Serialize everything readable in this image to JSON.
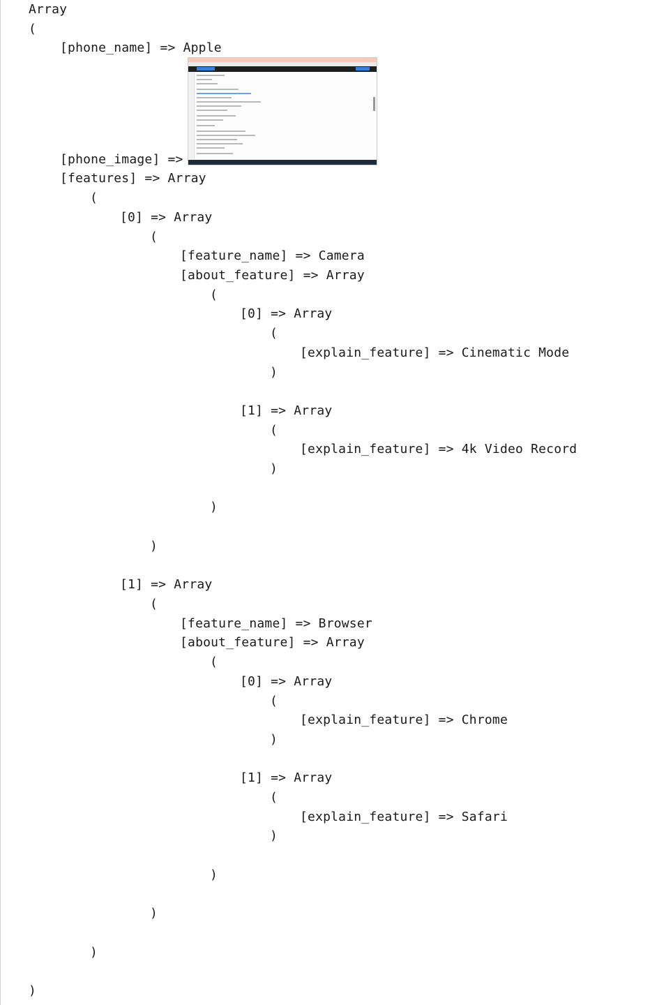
{
  "dump": {
    "root_type": "Array",
    "open_paren": "(",
    "close_paren": ")",
    "phone_name_line": "[phone_name] => Apple",
    "phone_image_line": "[phone_image] =>",
    "features_line": "[features] => Array",
    "feature_0": {
      "index_line": "[0] => Array",
      "name_line": "[feature_name] => Camera",
      "about_line": "[about_feature] => Array",
      "items": [
        {
          "index_line": "[0] => Array",
          "explain_line": "[explain_feature] => Cinematic Mode"
        },
        {
          "index_line": "[1] => Array",
          "explain_line": "[explain_feature] => 4k Video Record"
        }
      ]
    },
    "feature_1": {
      "index_line": "[1] => Array",
      "name_line": "[feature_name] => Browser",
      "about_line": "[about_feature] => Array",
      "items": [
        {
          "index_line": "[0] => Array",
          "explain_line": "[explain_feature] => Chrome"
        },
        {
          "index_line": "[1] => Array",
          "explain_line": "[explain_feature] => Safari"
        }
      ]
    }
  },
  "colors": {
    "text": "#1a1a1a",
    "background": "#ffffff"
  }
}
